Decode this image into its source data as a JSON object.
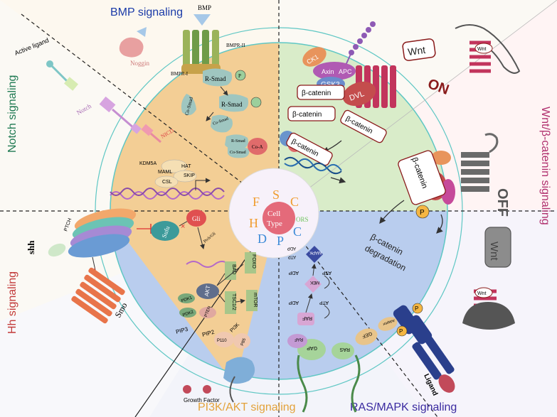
{
  "sections": {
    "bmp": "BMP signaling",
    "notch": "Notch signaling",
    "wnt": "Wnt/β-catenin signaling",
    "hh": "Hh signaling",
    "pi3k": "PI3K/AKT signaling",
    "ras": "RAS/MAPK signaling"
  },
  "center": {
    "cell": "Cell",
    "type": "Type",
    "ring": [
      "H",
      "F",
      "S",
      "C",
      "ORS",
      "C",
      "P",
      "D"
    ]
  },
  "bmp": {
    "bmp": "BMP",
    "noggin": "Noggin",
    "bmpr1": "BMPR-I",
    "bmpr2": "BMPR-II",
    "rsmad1": "R-Smad",
    "rsmad2": "R-Smad",
    "rsmad3": "R-Smad",
    "cosmad1": "Co-Smad",
    "cosmad2": "Co-Smad",
    "cosmad3": "Co-Smad",
    "coa": "Co-A",
    "p": "P"
  },
  "notch": {
    "ligand": "Active ligand",
    "notch": "Notch",
    "nicd": "NICD",
    "kdm5a": "KDM5A",
    "maml": "MAML",
    "hat": "HAT",
    "skip": "SKIP",
    "csl": "CSL"
  },
  "wnt": {
    "wnt_on": "Wnt",
    "on": "ON",
    "off": "OFF",
    "wnt_off": "Wnt",
    "wnt_small1": "Wnt",
    "wnt_small2": "Wnt",
    "ck1": "CK1",
    "axin": "Axin",
    "apc": "APC",
    "gsk3": "GSK3",
    "dvl": "DVL",
    "bcat1": "β-catenin",
    "bcat2": "β-catenin",
    "bcat3": "β-catenin",
    "bcat4": "β-catenin",
    "p": "P",
    "degr1": "β-catenin",
    "degr2": "degradation"
  },
  "hh": {
    "shh": "shh",
    "ptch": "PTCH",
    "smo": "Smo",
    "sufu": "Sufu",
    "gli": "Gli",
    "ptchgli": "Ptch/Gli"
  },
  "pi3k": {
    "akt": "AKT",
    "bad": "BAD",
    "foxo": "FOXO",
    "tsc": "TSC1/2",
    "mtor": "mTOR",
    "pten": "PTEN",
    "pdk1": "PDK1",
    "pdk2": "PDK2",
    "pip3": "PIP3",
    "pip2": "PIP2",
    "p110": "P110",
    "p85": "P85",
    "pi3k": "PI3K",
    "gf": "Growth Factor"
  },
  "ras": {
    "mapk": "MAPK",
    "mek": "MEK",
    "raf": "RAF",
    "raf2": "RAF",
    "atp1": "ATP",
    "adp1": "ADP",
    "atp2": "ATP",
    "adp2": "ADP",
    "atp3": "ATP",
    "adp3": "ADP",
    "ras": "RAS",
    "gap": "GAP",
    "gef": "GEF",
    "adaptor": "Adaptor",
    "ligand": "Ligand",
    "p": "P"
  },
  "colors": {
    "bmp_title": "#1a3aa8",
    "notch_title": "#1f7a52",
    "wnt_title": "#b0306e",
    "hh_title": "#c23a3a",
    "pi3k_title": "#e3a23a",
    "ras_title": "#3a2aa0",
    "tan": "#f3ce95",
    "green": "#d9ecc9",
    "blue": "#b9cdee",
    "maroon": "#8a1b1b"
  }
}
